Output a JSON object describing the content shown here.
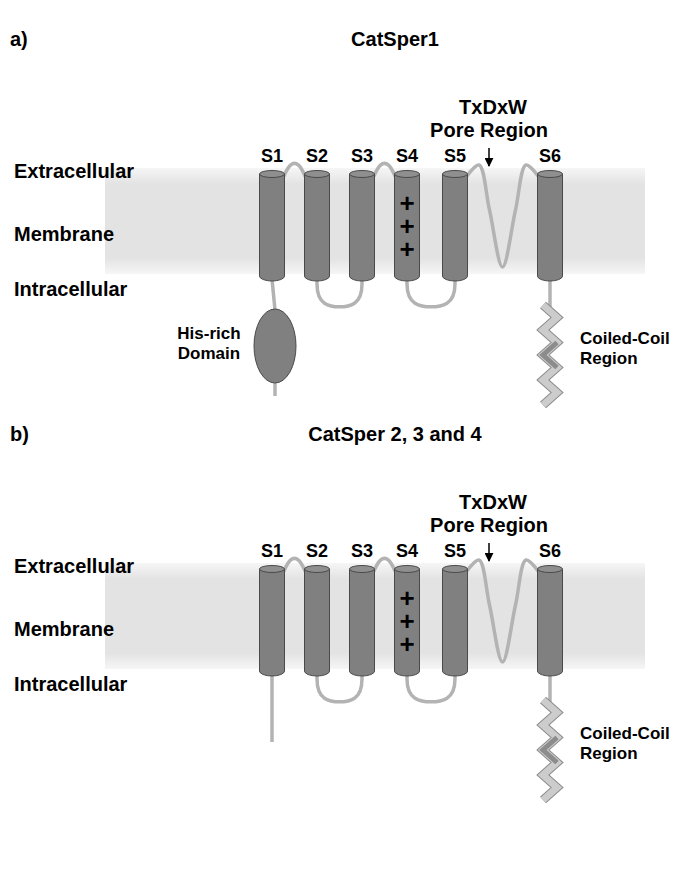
{
  "diagram": {
    "nodes": [
      {
        "text": [
          "S1"
        ]
      },
      {
        "text": [
          "S2"
        ]
      },
      {
        "text": [
          "S3"
        ]
      },
      {
        "text": [
          "S4",
          "+",
          "+",
          "+"
        ]
      },
      {
        "text": [
          "S5"
        ]
      },
      {
        "text": [
          "S6"
        ]
      },
      {
        "text": [
          "His-rich Domain"
        ]
      },
      {
        "text": [
          "Coiled-Coil Region"
        ]
      },
      {
        "text": [
          "S1"
        ]
      },
      {
        "text": [
          "S2"
        ]
      },
      {
        "text": [
          "S3"
        ]
      },
      {
        "text": [
          "S4",
          "+",
          "+",
          "+"
        ]
      },
      {
        "text": [
          "S5"
        ]
      },
      {
        "text": [
          "S6"
        ]
      },
      {
        "text": [
          "Coiled-Coil Region"
        ]
      }
    ],
    "edges": [
      {
        "from": 0,
        "to": 1,
        "arrow": "none"
      },
      {
        "from": 1,
        "to": 2,
        "arrow": "none"
      },
      {
        "from": 2,
        "to": 3,
        "arrow": "none"
      },
      {
        "from": 3,
        "to": 4,
        "arrow": "none"
      },
      {
        "from": 4,
        "to": 5,
        "arrow": "none"
      },
      {
        "from": 0,
        "to": 6,
        "arrow": "none"
      },
      {
        "from": 5,
        "to": 7,
        "arrow": "none"
      },
      {
        "from": 8,
        "to": 9,
        "arrow": "none"
      },
      {
        "from": 9,
        "to": 10,
        "arrow": "none"
      },
      {
        "from": 10,
        "to": 11,
        "arrow": "none"
      },
      {
        "from": 11,
        "to": 12,
        "arrow": "none"
      },
      {
        "from": 12,
        "to": 13,
        "arrow": "none"
      },
      {
        "from": 13,
        "to": 14,
        "arrow": "none"
      }
    ],
    "labels": [
      "a)",
      "CatSper1",
      "TxDxW Pore Region",
      "Extracellular",
      "Membrane",
      "Intracellular",
      "b)",
      "CatSper 2, 3 and 4",
      "TxDxW Pore Region",
      "Extracellular",
      "Membrane",
      "Intracellular"
    ]
  }
}
